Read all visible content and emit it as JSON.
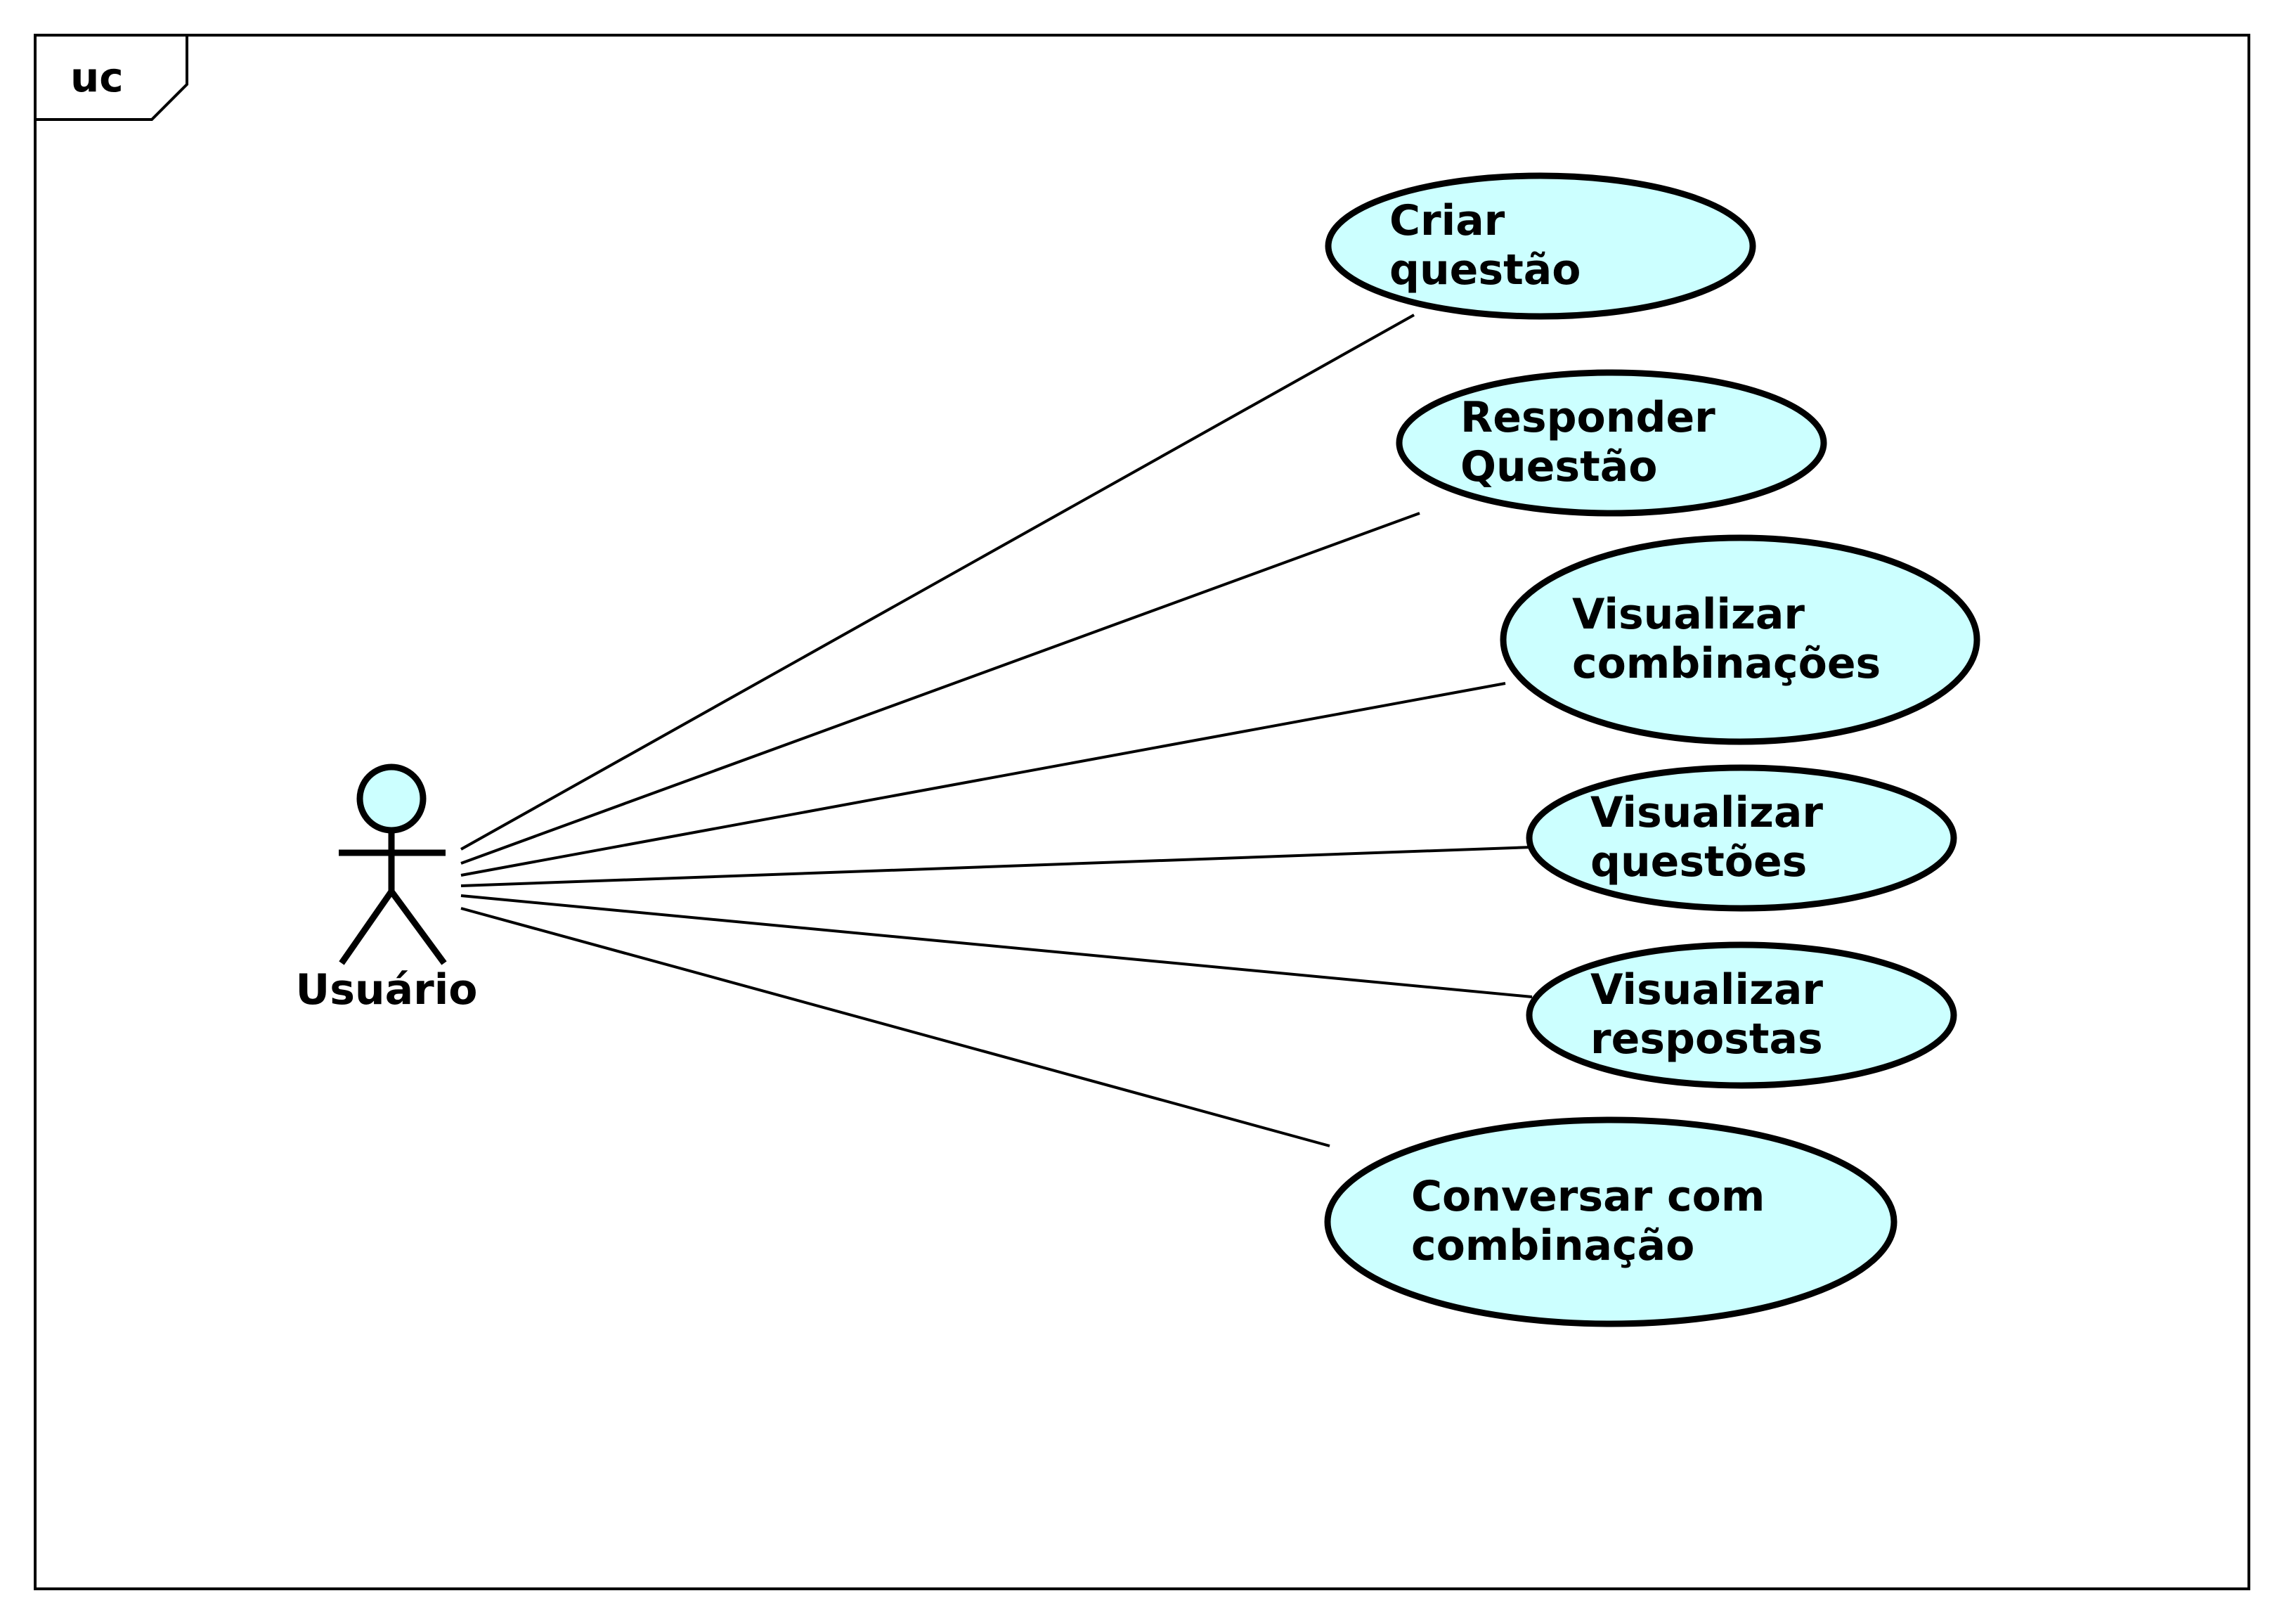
{
  "frame": {
    "label": "uc"
  },
  "actor": {
    "name": "Usuário",
    "fill": "#ccffff"
  },
  "use_case_fill": "#ccffff",
  "use_cases": [
    {
      "id": "criar-questao",
      "lines": [
        "Criar",
        "questão"
      ]
    },
    {
      "id": "responder-questao",
      "lines": [
        "Responder",
        "Questão"
      ]
    },
    {
      "id": "visualizar-combinacoes",
      "lines": [
        "Visualizar",
        "combinações"
      ]
    },
    {
      "id": "visualizar-questoes",
      "lines": [
        "Visualizar",
        "questões"
      ]
    },
    {
      "id": "visualizar-respostas",
      "lines": [
        "Visualizar",
        "respostas"
      ]
    },
    {
      "id": "conversar-com-combinacao",
      "lines": [
        "Conversar com",
        "combinação"
      ]
    }
  ]
}
